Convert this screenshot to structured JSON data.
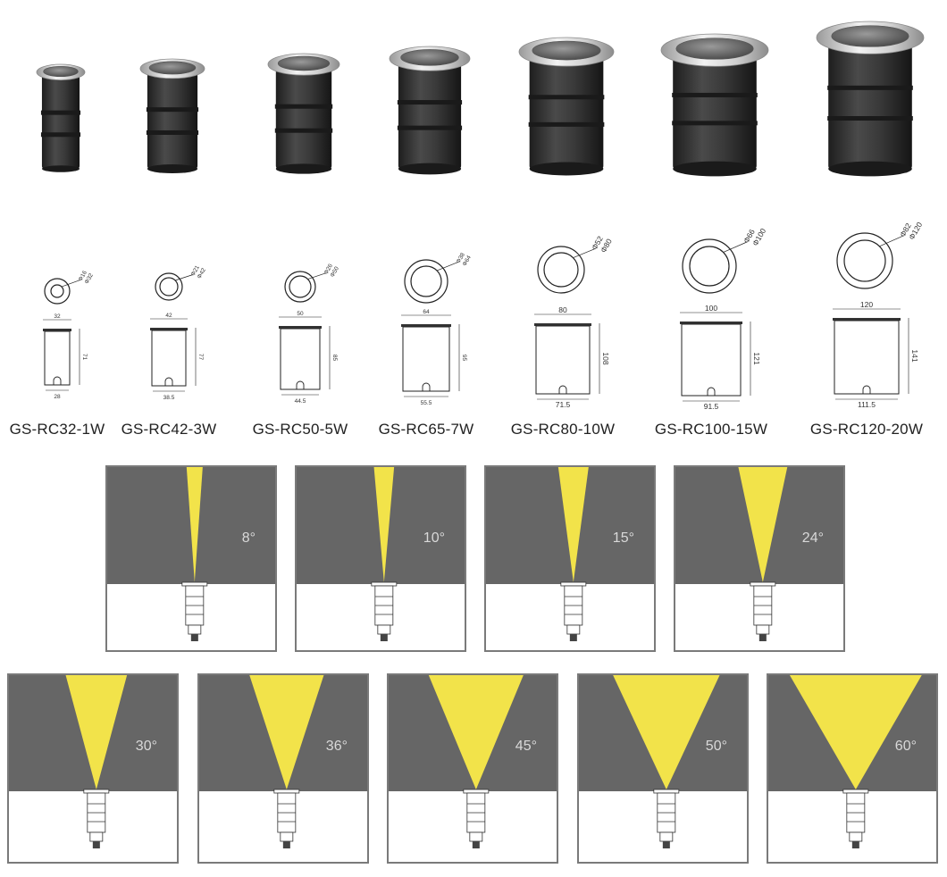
{
  "colors": {
    "background": "#ffffff",
    "panel_dark": "#666666",
    "panel_light": "#ffffff",
    "panel_border": "#7a7a7a",
    "beam": "#f2e34a",
    "housing_black": "#2e2e2e",
    "steel_ring": "#c8c8c8",
    "lens": "#6d6d6d",
    "text": "#222222"
  },
  "products": [
    {
      "model": "GS-RC32-1W",
      "cutout": "Φ16",
      "outer": "Φ32",
      "top_width": "32",
      "height": "71",
      "bottom_width": "28"
    },
    {
      "model": "GS-RC42-3W",
      "cutout": "Φ21",
      "outer": "Φ42",
      "top_width": "42",
      "height": "77",
      "bottom_width": "38.5"
    },
    {
      "model": "GS-RC50-5W",
      "cutout": "Φ26",
      "outer": "Φ50",
      "top_width": "50",
      "height": "85",
      "bottom_width": "44.5"
    },
    {
      "model": "GS-RC65-7W",
      "cutout": "Φ38",
      "outer": "Φ64",
      "top_width": "64",
      "height": "95",
      "bottom_width": "55.5"
    },
    {
      "model": "GS-RC80-10W",
      "cutout": "Φ52",
      "outer": "Φ80",
      "top_width": "80",
      "height": "108",
      "bottom_width": "71.5"
    },
    {
      "model": "GS-RC100-15W",
      "cutout": "Φ66",
      "outer": "Φ100",
      "top_width": "100",
      "height": "121",
      "bottom_width": "91.5"
    },
    {
      "model": "GS-RC120-20W",
      "cutout": "Φ82",
      "outer": "Φ120",
      "top_width": "120",
      "height": "141",
      "bottom_width": "111.5"
    }
  ],
  "beam_angles": [
    {
      "label": "8°",
      "value": 8
    },
    {
      "label": "10°",
      "value": 10
    },
    {
      "label": "15°",
      "value": 15
    },
    {
      "label": "24°",
      "value": 24
    },
    {
      "label": "30°",
      "value": 30
    },
    {
      "label": "36°",
      "value": 36
    },
    {
      "label": "45°",
      "value": 45
    },
    {
      "label": "50°",
      "value": 50
    },
    {
      "label": "60°",
      "value": 60
    }
  ]
}
